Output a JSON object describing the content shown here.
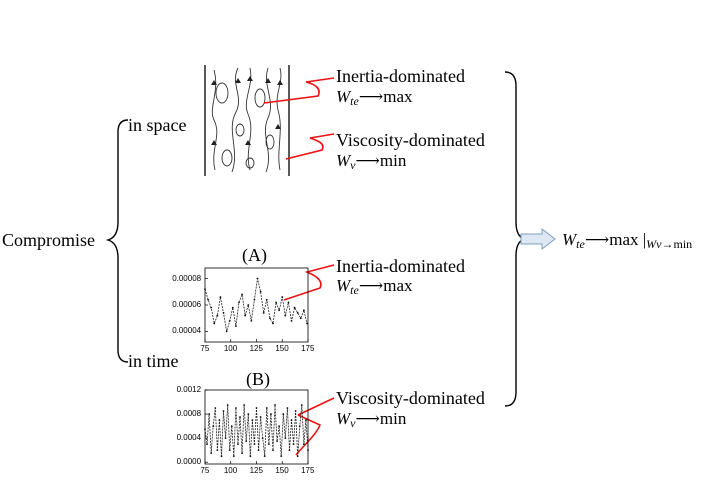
{
  "left_label": "Compromise",
  "space_label": "in space",
  "time_label": "in time",
  "panel_a_label": "(A)",
  "panel_b_label": "(B)",
  "space_inertia_label": "Inertia-dominated",
  "space_inertia_eq": {
    "var": "W",
    "sub": "te",
    "target": "max"
  },
  "space_viscosity_label": "Viscosity-dominated",
  "space_viscosity_eq": {
    "var": "W",
    "sub": "v",
    "target": "min"
  },
  "time_inertia_label": "Inertia-dominated",
  "time_inertia_eq": {
    "var": "W",
    "sub": "te",
    "target": "max"
  },
  "time_viscosity_label": "Viscosity-dominated",
  "time_viscosity_eq": {
    "var": "W",
    "sub": "v",
    "target": "min"
  },
  "result_eq": {
    "var": "W",
    "sub": "te",
    "target": "max",
    "cond_sub": "Wv",
    "cond_target": "min"
  },
  "colors": {
    "accent": "#e11",
    "arrow_fill": "#dde8f4",
    "arrow_stroke": "#7f9cc0"
  },
  "chart_data": [
    {
      "type": "line",
      "name": "(A)",
      "xlim": [
        75,
        175
      ],
      "ylim": [
        3.2e-05,
        8.8e-05
      ],
      "xticks": [
        "75",
        "100",
        "125",
        "150",
        "175"
      ],
      "yticks": [
        "0.00004",
        "0.00006",
        "0.00008"
      ],
      "x": [
        75,
        78,
        81,
        84,
        87,
        90,
        93,
        96,
        99,
        102,
        105,
        108,
        111,
        114,
        117,
        120,
        123,
        126,
        129,
        132,
        135,
        138,
        141,
        144,
        147,
        150,
        153,
        156,
        159,
        162,
        165,
        168,
        171,
        174
      ],
      "y": [
        7.2e-05,
        6.4e-05,
        5.8e-05,
        4.6e-05,
        5.2e-05,
        6.6e-05,
        5.4e-05,
        4e-05,
        4.8e-05,
        5.8e-05,
        4.4e-05,
        6.2e-05,
        6.8e-05,
        5.2e-05,
        6e-05,
        4.8e-05,
        6.4e-05,
        8e-05,
        7e-05,
        5.4e-05,
        6.4e-05,
        5e-05,
        4.6e-05,
        6.2e-05,
        5.6e-05,
        6.6e-05,
        5.2e-05,
        6.2e-05,
        4.8e-05,
        5.8e-05,
        5.4e-05,
        5e-05,
        5.6e-05,
        4.6e-05
      ]
    },
    {
      "type": "line",
      "name": "(B)",
      "xlim": [
        75,
        175
      ],
      "ylim": [
        -3e-05,
        0.0012
      ],
      "xticks": [
        "75",
        "100",
        "125",
        "150",
        "175"
      ],
      "yticks": [
        "0.0000",
        "0.0004",
        "0.0008",
        "0.0012"
      ],
      "x": [
        75,
        77,
        79,
        81,
        83,
        85,
        87,
        89,
        91,
        93,
        95,
        97,
        99,
        101,
        103,
        105,
        107,
        109,
        111,
        113,
        115,
        117,
        119,
        121,
        123,
        125,
        127,
        129,
        131,
        133,
        135,
        137,
        139,
        141,
        143,
        145,
        147,
        149,
        151,
        153,
        155,
        157,
        159,
        161,
        163,
        165,
        167,
        169,
        171,
        173,
        175
      ],
      "y": [
        0.00055,
        0.0003,
        0.0008,
        0.00015,
        0.0006,
        0.0009,
        0.0002,
        0.0007,
        0.0001,
        0.00085,
        0.0004,
        0.00095,
        0.0002,
        0.0006,
        0.0001,
        0.0009,
        0.0003,
        0.00075,
        0.00015,
        0.00095,
        0.00035,
        0.0008,
        0.0001,
        0.0007,
        0.0003,
        0.0009,
        0.0002,
        0.00075,
        0.0004,
        0.0001,
        0.0009,
        0.0003,
        0.0008,
        0.0002,
        0.00095,
        0.00035,
        0.0006,
        0.0001,
        0.0008,
        0.0004,
        0.0009,
        0.0002,
        0.0007,
        0.0003,
        0.00085,
        0.0001,
        0.0006,
        0.00095,
        0.0003,
        0.0007,
        0.0002
      ]
    }
  ]
}
